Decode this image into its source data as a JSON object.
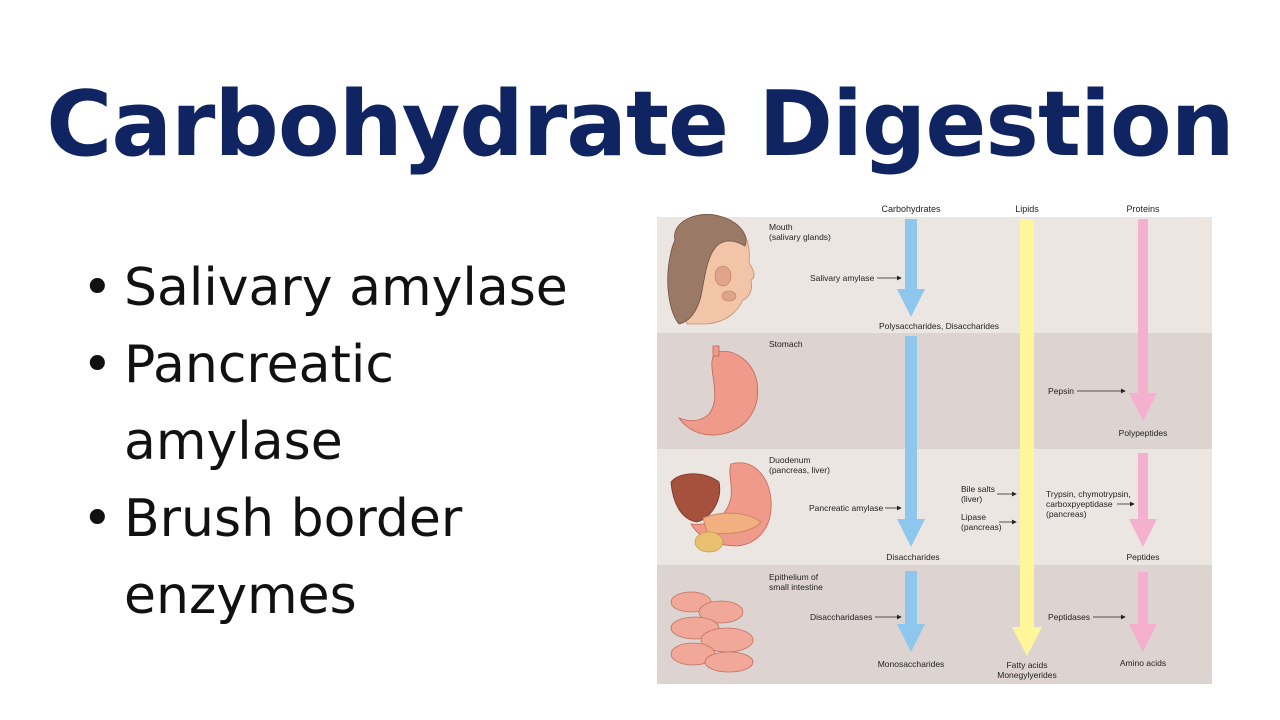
{
  "title": "Carbohydrate Digestion",
  "bullets": [
    {
      "line1": "Salivary amylase",
      "line2": ""
    },
    {
      "line1": "Pancreatic",
      "line2": "amylase"
    },
    {
      "line1": "Brush border",
      "line2": "enzymes"
    }
  ],
  "diagram": {
    "columns": {
      "carbohydrates": "Carbohydrates",
      "lipids": "Lipids",
      "proteins": "Proteins"
    },
    "colors": {
      "carb": "#8ec7ee",
      "lipid": "#fff59a",
      "protein": "#f4b0cc",
      "bandLight": "#ece6e3",
      "bandDark": "#ddd4d1"
    },
    "regions": {
      "mouth": {
        "line1": "Mouth",
        "line2": "(salivary glands)"
      },
      "stomach": {
        "line1": "Stomach",
        "line2": ""
      },
      "duodenum": {
        "line1": "Duodenum",
        "line2": "(pancreas, liver)"
      },
      "epithelium": {
        "line1": "Epithelium of",
        "line2": "small intestine"
      }
    },
    "enzymes": {
      "salivary_amylase": "Salivary amylase",
      "pepsin": "Pepsin",
      "bile_salts": {
        "line1": "Bile salts",
        "line2": "(liver)"
      },
      "lipase": {
        "line1": "Lipase",
        "line2": "(pancreas)"
      },
      "pancreatic_amylase": "Pancreatic amylase",
      "trypsin": {
        "line1": "Trypsin, chymotrypsin,",
        "line2": "carboxpyeptidase",
        "line3": "(pancreas)"
      },
      "disaccharidases": "Disaccharidases",
      "peptidases": "Peptidases"
    },
    "products": {
      "poly": "Polysaccharides, Disaccharides",
      "polypeptides": "Polypeptides",
      "disaccharides": "Disaccharides",
      "peptides": "Peptides",
      "monosaccharides": "Monosaccharides",
      "fatty_acids": {
        "line1": "Fatty acids",
        "line2": "Monegylyerides"
      },
      "amino_acids": "Amino acids"
    }
  }
}
